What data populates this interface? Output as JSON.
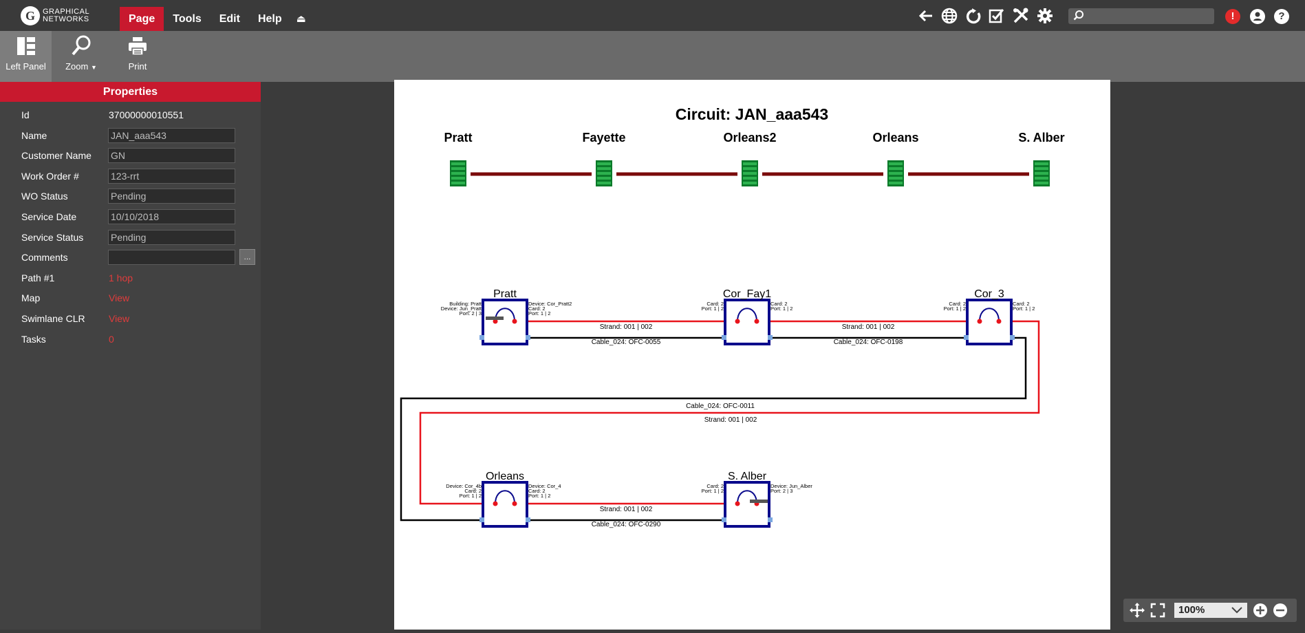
{
  "app": {
    "logo_mark": "G",
    "logo_line1": "GRAPHICAL",
    "logo_line2": "NETWORKS"
  },
  "menu": {
    "items": [
      {
        "label": "Page",
        "active": true
      },
      {
        "label": "Tools",
        "active": false
      },
      {
        "label": "Edit",
        "active": false
      },
      {
        "label": "Help",
        "active": false
      }
    ],
    "eject_icon": "⏏"
  },
  "top_icons": [
    "back-arrow-icon",
    "globe-icon",
    "refresh-icon",
    "checklist-icon",
    "tools-icon",
    "gear-icon"
  ],
  "search": {
    "placeholder": "",
    "value": ""
  },
  "alerts": {
    "alert_glyph": "!",
    "help_glyph": "?"
  },
  "toolbar": {
    "left_panel_label": "Left Panel",
    "zoom_label": "Zoom",
    "print_label": "Print"
  },
  "properties": {
    "title": "Properties",
    "rows": [
      {
        "label": "Id",
        "value": "37000000010551",
        "type": "text"
      },
      {
        "label": "Name",
        "value": "JAN_aaa543",
        "type": "field"
      },
      {
        "label": "Customer Name",
        "value": "GN",
        "type": "field"
      },
      {
        "label": "Work Order #",
        "value": "123-rrt",
        "type": "field"
      },
      {
        "label": "WO Status",
        "value": "Pending",
        "type": "field"
      },
      {
        "label": "Service Date",
        "value": "10/10/2018",
        "type": "field"
      },
      {
        "label": "Service Status",
        "value": "Pending",
        "type": "field"
      },
      {
        "label": "Comments",
        "value": "",
        "type": "field",
        "button": "..."
      },
      {
        "label": "Path #1",
        "value": "1 hop",
        "type": "link"
      },
      {
        "label": "Map",
        "value": "View",
        "type": "link"
      },
      {
        "label": "Swimlane CLR",
        "value": "View",
        "type": "link"
      },
      {
        "label": "Tasks",
        "value": "0",
        "type": "link"
      }
    ]
  },
  "diagram": {
    "title": "Circuit: JAN_aaa543",
    "sites": [
      "Pratt",
      "Fayette",
      "Orleans2",
      "Orleans",
      "S. Alber"
    ],
    "nodes": [
      {
        "name": "Pratt",
        "left_info": [
          "Building: Pratt",
          "Device: Jun_Pratt",
          "Port: 2 | 3"
        ],
        "right_info": [
          "Device: Cor_Pratt2",
          "Card: 2",
          "Port: 1 | 2"
        ]
      },
      {
        "name": "Cor_Fay1",
        "left_info": [
          "Card: 2",
          "Port: 1 | 2"
        ],
        "right_info": [
          "Card: 2",
          "Port: 1 | 2"
        ]
      },
      {
        "name": "Cor_3",
        "left_info": [
          "Card: 2",
          "Port: 1 | 2"
        ],
        "right_info": [
          "Card: 2",
          "Port: 1 | 2"
        ]
      },
      {
        "name": "Orleans",
        "left_info": [
          "Device: Cor_4b",
          "Card: 2",
          "Port: 1 | 2"
        ],
        "right_info": [
          "Device: Cor_4",
          "Card: 2",
          "Port: 1 | 2"
        ]
      },
      {
        "name": "S. Alber",
        "left_info": [
          "Card: 2",
          "Port: 1 | 2"
        ],
        "right_info": [
          "Device: Jun_Alber",
          "Port: 2 | 3"
        ]
      }
    ],
    "links": [
      {
        "strand": "Strand: 001 | 002",
        "cable": "Cable_024: OFC-0055"
      },
      {
        "strand": "Strand: 001 | 002",
        "cable": "Cable_024: OFC-0198"
      },
      {
        "strand": "Strand: 001 | 002",
        "cable": "Cable_024: OFC-0011"
      },
      {
        "strand": "Strand: 001 | 002",
        "cable": "Cable_024: OFC-0290"
      }
    ],
    "colors": {
      "strand": "#e8141c",
      "cable": "#000000",
      "device": "#0a0a8c",
      "site_bar": "#7a0a0a",
      "rack": "#0b7a2a"
    }
  },
  "zoom": {
    "value": "100%"
  }
}
